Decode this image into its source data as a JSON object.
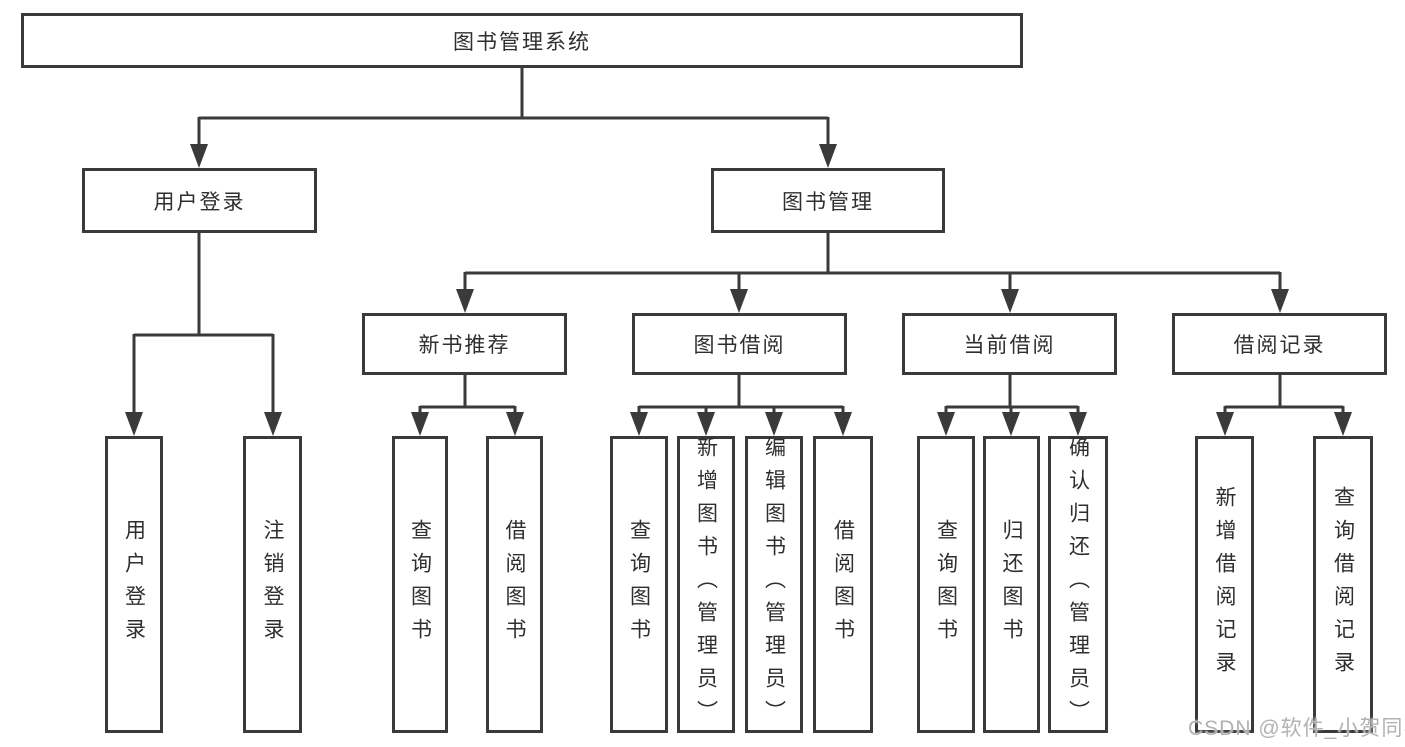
{
  "diagram": {
    "root": {
      "label": "图书管理系统"
    },
    "level2": [
      {
        "label": "用户登录"
      },
      {
        "label": "图书管理"
      }
    ],
    "level3": [
      {
        "label": "新书推荐"
      },
      {
        "label": "图书借阅"
      },
      {
        "label": "当前借阅"
      },
      {
        "label": "借阅记录"
      }
    ],
    "leaves": [
      {
        "label": "用户登录"
      },
      {
        "label": "注销登录"
      },
      {
        "label": "查询图书"
      },
      {
        "label": "借阅图书"
      },
      {
        "label": "查询图书"
      },
      {
        "label": "新增图书（管理员）"
      },
      {
        "label": "编辑图书（管理员）"
      },
      {
        "label": "借阅图书"
      },
      {
        "label": "查询图书"
      },
      {
        "label": "归还图书"
      },
      {
        "label": "确认归还（管理员）"
      },
      {
        "label": "新增借阅记录"
      },
      {
        "label": "查询借阅记录"
      }
    ],
    "watermark": "CSDN @软件_小贺同学",
    "colors": {
      "line": "#3a3a3a",
      "box_border": "#3a3a3a",
      "box_bg": "#ffffff",
      "text": "#2f2f2f",
      "watermark": "#b2b2b2"
    }
  }
}
